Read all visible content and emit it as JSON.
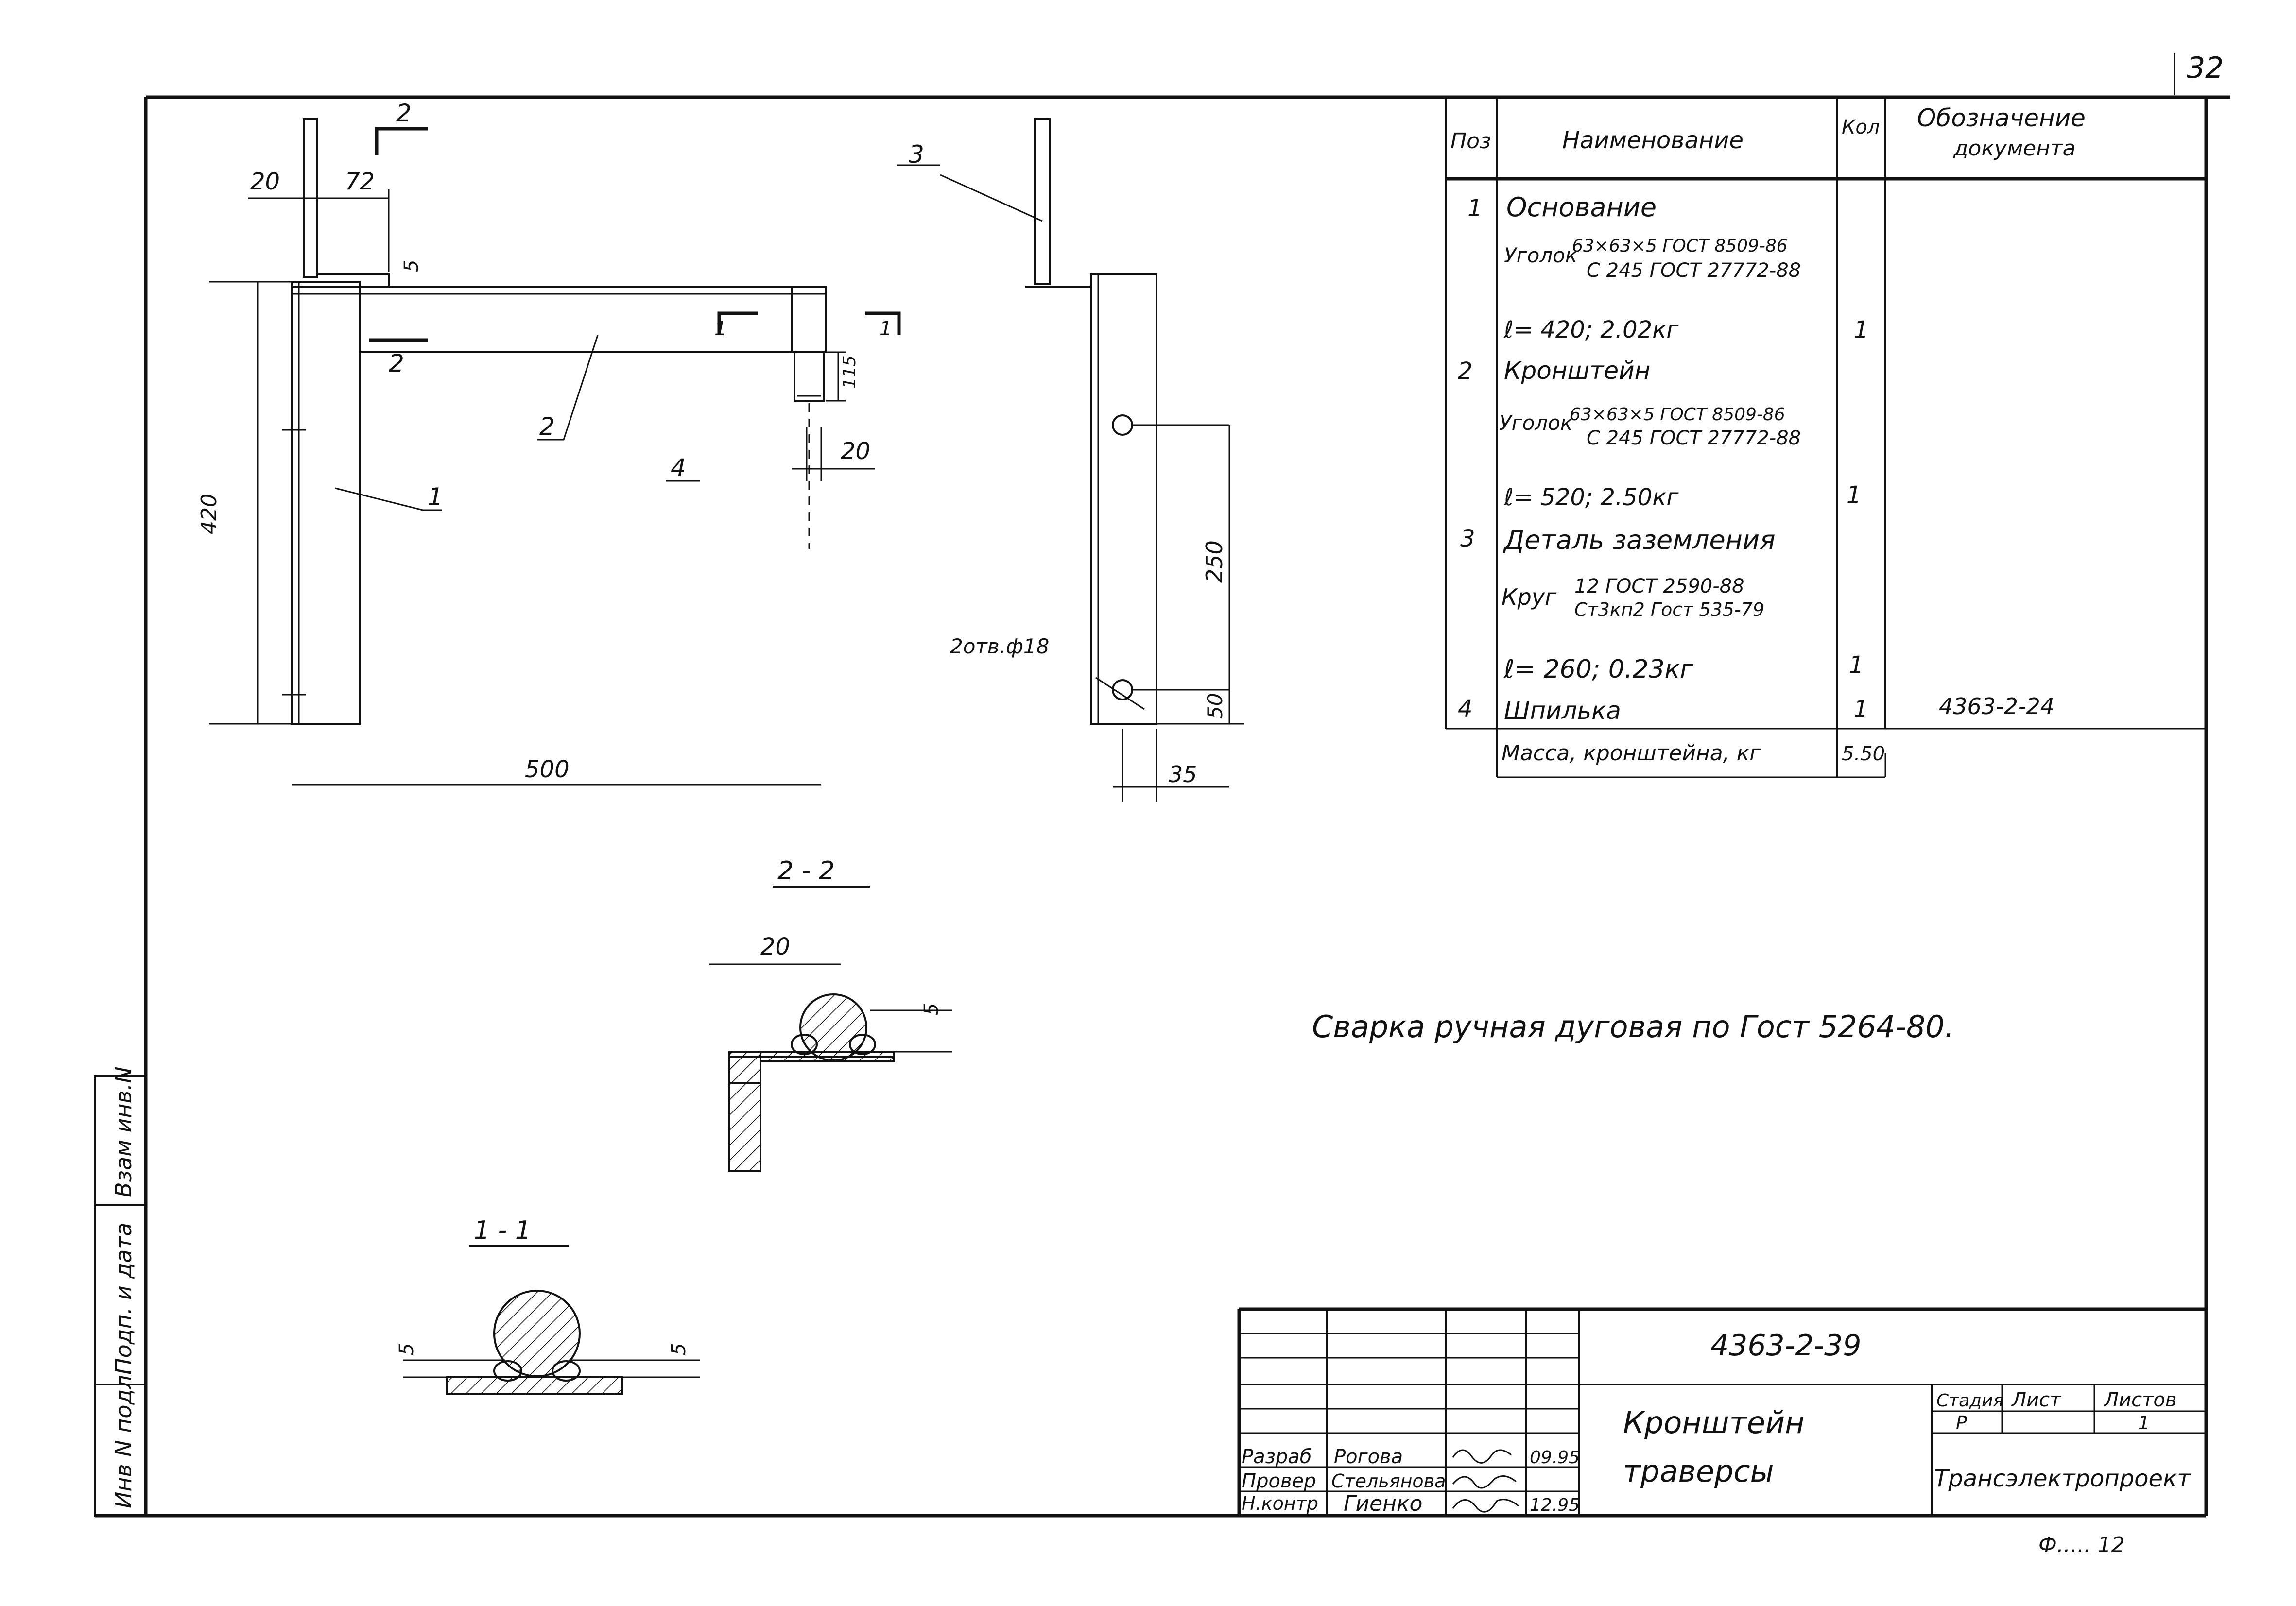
{
  "sheet_number": "32",
  "main_view": {
    "dim_20": "20",
    "dim_72": "72",
    "dim_5": "5",
    "dim_420": "420",
    "dim_500": "500",
    "dim_115": "115",
    "dim_20b": "20",
    "section_mark": "2",
    "section_mark_b": "2",
    "view_mark": "1",
    "view_mark_b": "1",
    "callout_1": "1",
    "callout_2": "2",
    "callout_4": "4"
  },
  "side_view": {
    "callout_3": "3",
    "dim_250": "250",
    "dim_50": "50",
    "dim_35": "35",
    "holes_note": "2отв.ф18"
  },
  "section_2": {
    "title": "2 - 2",
    "dim_20": "20",
    "dim_5": "5"
  },
  "section_1": {
    "title": "1 - 1",
    "dim_5a": "5",
    "dim_5b": "5"
  },
  "welding_note": "Сварка ручная дуговая по Гост 5264-80.",
  "spec": {
    "headers": {
      "pos": "Поз",
      "name": "Наименование",
      "qty": "Кол",
      "doc": "Обозначение документа"
    },
    "rows": [
      {
        "pos": "1",
        "name": "Основание",
        "qty": "",
        "doc": ""
      },
      {
        "pos": "",
        "name": "Уголок",
        "sub1": "63×63×5 ГОСТ 8509-86",
        "sub2": "С 245  ГОСТ 27772-88",
        "qty": "",
        "doc": ""
      },
      {
        "pos": "",
        "name": "ℓ= 420; 2.02кг",
        "qty": "1",
        "doc": ""
      },
      {
        "pos": "2",
        "name": "Кронштейн",
        "qty": "",
        "doc": ""
      },
      {
        "pos": "",
        "name": "Уголок",
        "sub1": "63×63×5 ГОСТ 8509-86",
        "sub2": "С 245  ГОСТ 27772-88",
        "qty": "",
        "doc": ""
      },
      {
        "pos": "",
        "name": "ℓ= 520; 2.50кг",
        "qty": "1",
        "doc": ""
      },
      {
        "pos": "3",
        "name": "Деталь заземления",
        "qty": "",
        "doc": ""
      },
      {
        "pos": "",
        "name": "Круг",
        "sub1": "12 ГОСТ 2590-88",
        "sub2": "Ст3кп2 Гост 535-79",
        "qty": "",
        "doc": ""
      },
      {
        "pos": "",
        "name": "ℓ= 260; 0.23кг",
        "qty": "1",
        "doc": ""
      },
      {
        "pos": "4",
        "name": "Шпилька",
        "qty": "1",
        "doc": "4363-2-24"
      },
      {
        "pos": "",
        "name": "Масса, кронштейна, кг",
        "qty": "5.50",
        "doc": ""
      }
    ]
  },
  "title_block": {
    "doc_code": "4363-2-39",
    "title_line1": "Кронштейн",
    "title_line2": "траверсы",
    "stage_label": "Стадия",
    "sheet_label": "Лист",
    "sheets_label": "Листов",
    "stage": "Р",
    "sheets": "1",
    "org": "Трансэлектропроект",
    "roles": [
      {
        "role": "Разраб",
        "name": "Рогова",
        "date": "09.95"
      },
      {
        "role": "Провер",
        "name": "Стельянова",
        "date": ""
      },
      {
        "role": "Н.контр",
        "name": "Гиенко",
        "date": "12.95"
      }
    ]
  },
  "side_stamp": {
    "cell1": "Взам инв.N",
    "cell2": "Подп. и дата",
    "cell3": "Инв N подл."
  },
  "format_note": "Ф..... 12"
}
